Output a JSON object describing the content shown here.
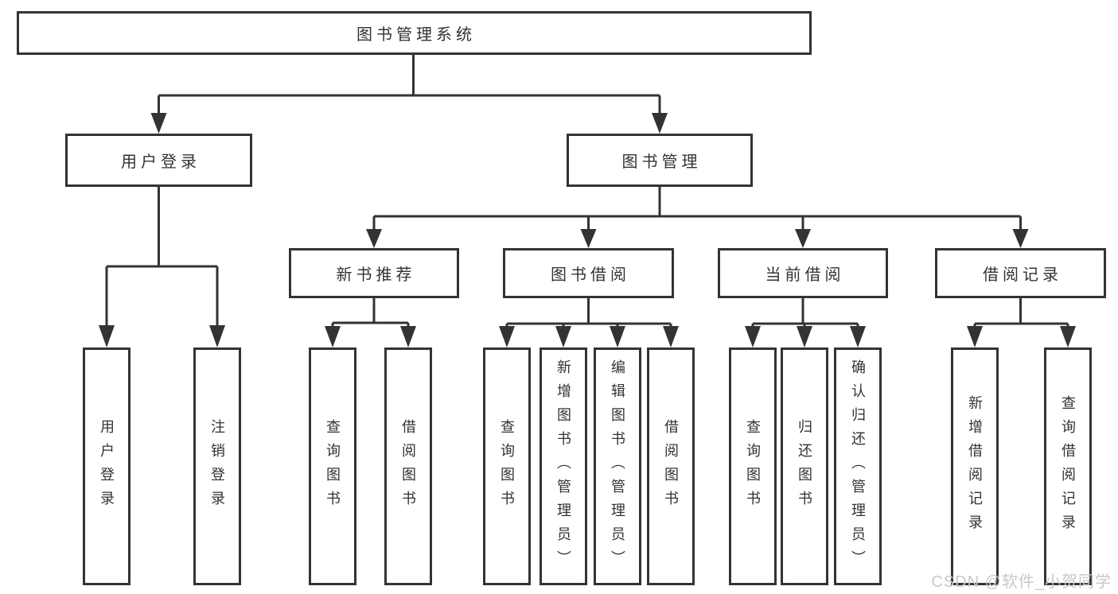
{
  "diagram": {
    "title": "图书管理系统",
    "root": {
      "label": "图书管理系统"
    },
    "branches": [
      {
        "label": "用户登录",
        "children": [
          {
            "label": "用户登录"
          },
          {
            "label": "注销登录"
          }
        ]
      },
      {
        "label": "图书管理",
        "children": [
          {
            "label": "新书推荐",
            "children": [
              {
                "label": "查询图书"
              },
              {
                "label": "借阅图书"
              }
            ]
          },
          {
            "label": "图书借阅",
            "children": [
              {
                "label": "查询图书"
              },
              {
                "label": "新增图书（管理员）"
              },
              {
                "label": "编辑图书（管理员）"
              },
              {
                "label": "借阅图书"
              }
            ]
          },
          {
            "label": "当前借阅",
            "children": [
              {
                "label": "查询图书"
              },
              {
                "label": "归还图书"
              },
              {
                "label": "确认归还（管理员）"
              }
            ]
          },
          {
            "label": "借阅记录",
            "children": [
              {
                "label": "新增借阅记录"
              },
              {
                "label": "查询借阅记录"
              }
            ]
          }
        ]
      }
    ]
  },
  "watermark": "CSDN @软件_小贺同学",
  "colors": {
    "line": "#333333",
    "box_border": "#333333",
    "text": "#333333",
    "watermark": "#c8c8c8",
    "background": "#ffffff"
  }
}
